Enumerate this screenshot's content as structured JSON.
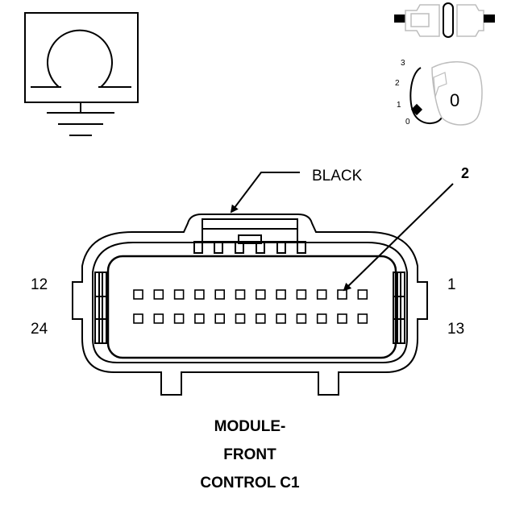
{
  "connector": {
    "color_label": "BLACK",
    "callout_pin": "2",
    "pin_labels": {
      "top_left": "12",
      "bottom_left": "24",
      "top_right": "1",
      "bottom_right": "13"
    },
    "pins_per_row": 12,
    "rows": 2
  },
  "icons": {
    "ohmmeter": "ohmmeter-ground-icon",
    "connector": "connector-disconnect-icon",
    "ignition": "ignition-switch-off-icon"
  },
  "ignition": {
    "positions": [
      "3",
      "2",
      "1",
      "0"
    ],
    "key_label": "0"
  },
  "caption": {
    "line1": "MODULE-",
    "line2": "FRONT",
    "line3": "CONTROL C1"
  }
}
